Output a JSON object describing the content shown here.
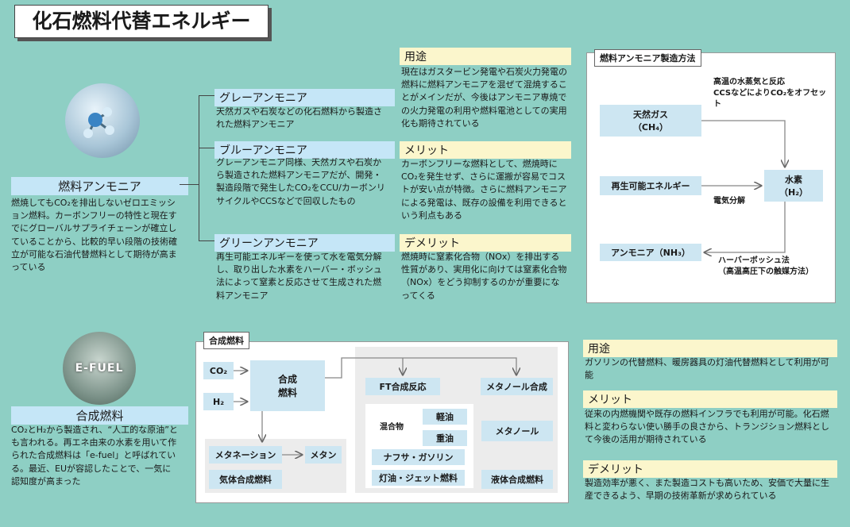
{
  "title": "化石燃料代替エネルギー",
  "ammonia": {
    "heading": "燃料アンモニア",
    "description": "燃焼してもCO₂を排出しないゼロエミッション燃料。カーボンフリーの特性と現在すでにグローバルサプライチェーンが確立していることから、比較的早い段階の技術確立が可能な石油代替燃料として期待が高まっている",
    "types": [
      {
        "name": "グレーアンモニア",
        "text": "天然ガスや石炭などの化石燃料から製造された燃料アンモニア"
      },
      {
        "name": "ブルーアンモニア",
        "text": "グレーアンモニア同様、天然ガスや石炭から製造された燃料アンモニアだが、開発・製造段階で発生したCO₂をCCU/カーボンリサイクルやCCSなどで回収したもの"
      },
      {
        "name": "グリーンアンモニア",
        "text": "再生可能エネルギーを使って水を電気分解し、取り出した水素をハーバー・ボッシュ法によって窒素と反応させて生成された燃料アンモニア"
      }
    ],
    "usage": {
      "heading": "用途",
      "text": "現在はガスタービン発電や石炭火力発電の燃料に燃料アンモニアを混ぜて混焼することがメインだが、今後はアンモニア専焼での火力発電の利用や燃料電池としての実用化も期待されている"
    },
    "merit": {
      "heading": "メリット",
      "text": "カーボンフリーな燃料として、燃焼時にCO₂を発生せず、さらに運搬が容易でコストが安い点が特徴。さらに燃料アンモニアによる発電は、既存の設備を利用できるという利点もある"
    },
    "demerit": {
      "heading": "デメリット",
      "text": "燃焼時に窒素化合物（NOx）を排出する性質があり、実用化に向けては窒素化合物（NOx）をどう抑制するのかが重要になってくる"
    },
    "process": {
      "title": "燃料アンモニア製造方法",
      "natural_gas": "天然ガス",
      "natural_gas_formula": "（CH₄）",
      "renewable": "再生可能エネルギー",
      "hydrogen": "水素",
      "hydrogen_formula": "（H₂）",
      "ammonia": "アンモニア（NH₃）",
      "note_steam_1": "高温の水蒸気と反応",
      "note_steam_2": "CCSなどによりCO₂をオフセット",
      "note_electrolysis": "電気分解",
      "note_haber_1": "ハーバーボッシュ法",
      "note_haber_2": "（高温高圧下の触媒方法）"
    }
  },
  "synthetic": {
    "heading": "合成燃料",
    "badge": "E-FUEL",
    "description": "CO₂とH₂から製造され、“人工的な原油”とも言われる。再エネ由来の水素を用いて作られた合成燃料は「e-fuel」と呼ばれている。最近、EUが容認したことで、一気に認知度が高まった",
    "diagram": {
      "title": "合成燃料",
      "co2": "CO₂",
      "h2": "H₂",
      "synthetic_fuel": "合成燃料",
      "methanation": "メタネーション",
      "methane": "メタン",
      "gas_fuel": "気体合成燃料",
      "ft": "FT合成反応",
      "methanol_synthesis": "メタノール合成",
      "mixture": "混合物",
      "light_oil": "軽油",
      "heavy_oil": "重油",
      "naphtha": "ナフサ・ガソリン",
      "kerosene": "灯油・ジェット燃料",
      "methanol": "メタノール",
      "liquid_fuel": "液体合成燃料"
    },
    "usage": {
      "heading": "用途",
      "text": "ガソリンの代替燃料、暖房器具の灯油代替燃料として利用が可能"
    },
    "merit": {
      "heading": "メリット",
      "text": "従来の内燃機関や既存の燃料インフラでも利用が可能。化石燃料と変わらない使い勝手の良さから、トランジション燃料として今後の活用が期待されている"
    },
    "demerit": {
      "heading": "デメリット",
      "text": "製造効率が悪く、また製造コストも高いため、安価で大量に生産できるよう、早期の技術革新が求められている"
    }
  },
  "colors": {
    "background": "#8ecfc4",
    "blue_header": "#c5e6f7",
    "yellow_header": "#fbf6cc",
    "box": "#cde6f2"
  }
}
